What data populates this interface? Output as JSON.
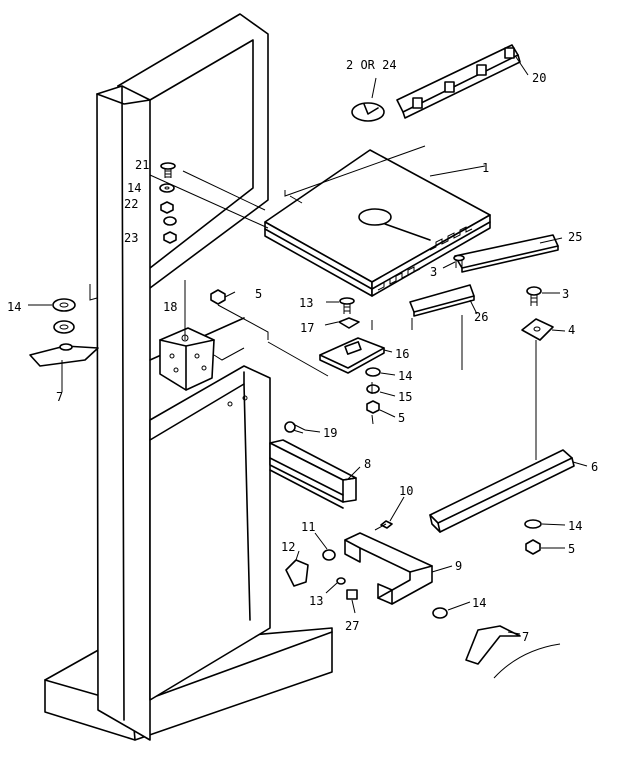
{
  "callouts": [
    {
      "id": "c2or24",
      "text": "2 OR 24"
    },
    {
      "id": "c20",
      "text": "20"
    },
    {
      "id": "c1",
      "text": "1"
    },
    {
      "id": "c21",
      "text": "21"
    },
    {
      "id": "c14a",
      "text": "14"
    },
    {
      "id": "c22",
      "text": "22"
    },
    {
      "id": "c23",
      "text": "23"
    },
    {
      "id": "c25",
      "text": "25"
    },
    {
      "id": "c3a",
      "text": "3"
    },
    {
      "id": "c3b",
      "text": "3"
    },
    {
      "id": "c14b",
      "text": "14"
    },
    {
      "id": "c18",
      "text": "18"
    },
    {
      "id": "c5a",
      "text": "5"
    },
    {
      "id": "c13a",
      "text": "13"
    },
    {
      "id": "c26",
      "text": "26"
    },
    {
      "id": "c4",
      "text": "4"
    },
    {
      "id": "c17",
      "text": "17"
    },
    {
      "id": "c16",
      "text": "16"
    },
    {
      "id": "c7a",
      "text": "7"
    },
    {
      "id": "c14c",
      "text": "14"
    },
    {
      "id": "c15",
      "text": "15"
    },
    {
      "id": "c5b",
      "text": "5"
    },
    {
      "id": "c19",
      "text": "19"
    },
    {
      "id": "c8",
      "text": "8"
    },
    {
      "id": "c6",
      "text": "6"
    },
    {
      "id": "c10",
      "text": "10"
    },
    {
      "id": "c14d",
      "text": "14"
    },
    {
      "id": "c11",
      "text": "11"
    },
    {
      "id": "c5c",
      "text": "5"
    },
    {
      "id": "c12",
      "text": "12"
    },
    {
      "id": "c9",
      "text": "9"
    },
    {
      "id": "c13b",
      "text": "13"
    },
    {
      "id": "c14e",
      "text": "14"
    },
    {
      "id": "c27",
      "text": "27"
    },
    {
      "id": "c7b",
      "text": "7"
    }
  ]
}
